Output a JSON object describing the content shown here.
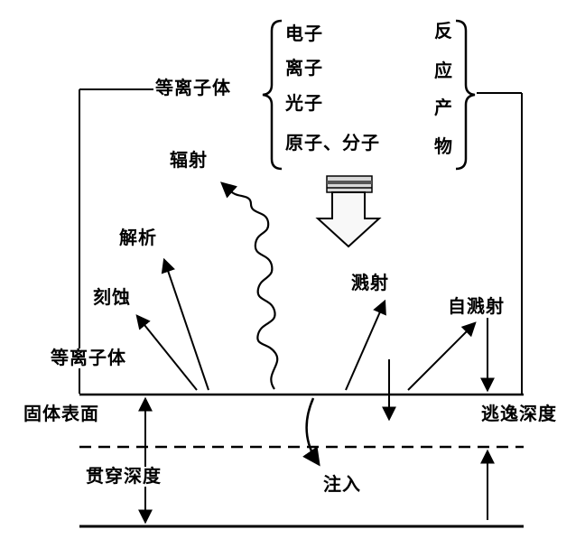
{
  "diagram": {
    "title_hint": "plasma-surface interaction diagram",
    "plasma_source_label": "等离子体",
    "species": [
      "电子",
      "离子",
      "光子",
      "原子、分子"
    ],
    "product_chars": [
      "反",
      "应",
      "产",
      "物"
    ],
    "radiation_label": "辐射",
    "desorption_label": "解析",
    "etching_label": "刻蚀",
    "sputtering_label": "溅射",
    "self_sputtering_label": "自溅射",
    "plasma_region_label": "等离子体",
    "solid_surface_label": "固体表面",
    "escape_depth_label": "逃逸深度",
    "penetration_depth_label": "贯穿深度",
    "implantation_label": "注入",
    "colors": {
      "ink": "#000000",
      "paper": "#ffffff",
      "flux_arrow_fill": "#f8f8f8",
      "flux_cap_fill": "#d8d8d8",
      "flux_cap_band": "#555555"
    }
  }
}
